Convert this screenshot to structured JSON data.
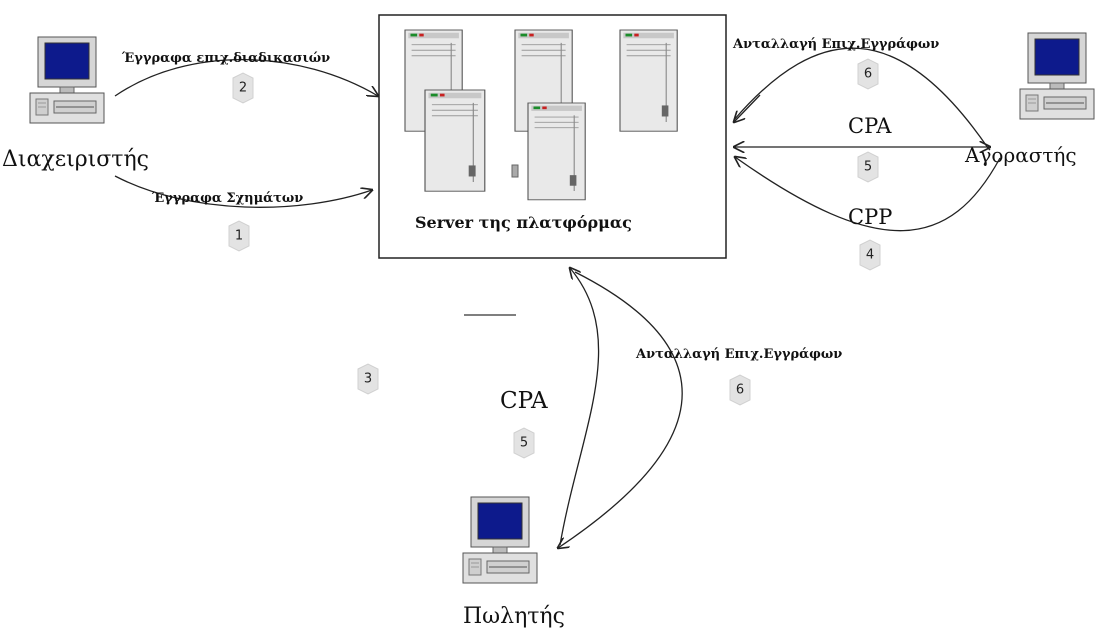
{
  "nodes": {
    "admin": "Διαχειριστής",
    "server": "Server της πλατφόρμας",
    "buyer": "Αγοραστής",
    "seller": "Πωλητής"
  },
  "labels": {
    "process_docs": "Έγγραφα επιχ.διαδικασιών",
    "form_docs": "Έγγραφα Σχημάτων",
    "exchange_top": "Ανταλλαγή Επιχ.Εγγράφων",
    "cpa_right": "CPA",
    "cpp_right": "CPP",
    "exchange_bottom": "Ανταλλαγή Επιχ.Εγγράφων",
    "cpa_bottom": "CPA"
  },
  "steps": {
    "s2": "2",
    "s1": "1",
    "s6_top": "6",
    "s5_right": "5",
    "s4": "4",
    "s3": "3",
    "s6_bottom": "6",
    "s5_bottom": "5"
  }
}
